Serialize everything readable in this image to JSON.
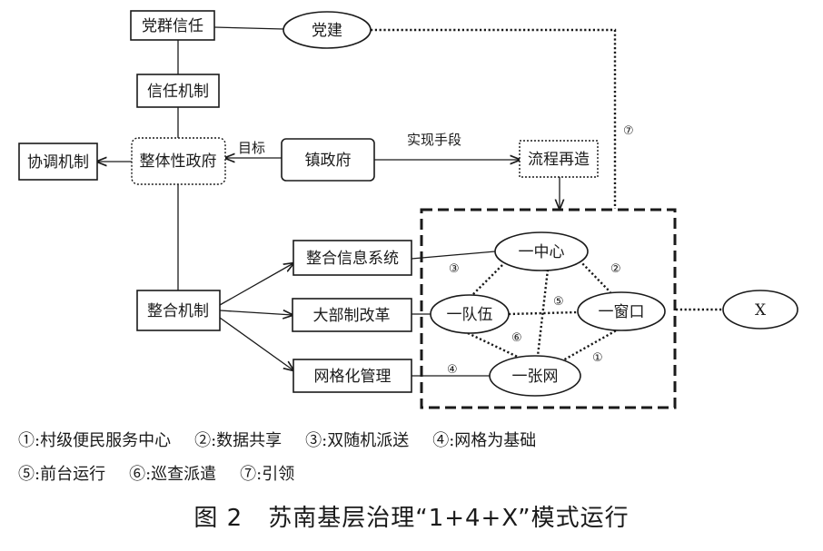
{
  "nodes": {
    "dangqun_xinren": "党群信任",
    "dangjian": "党建",
    "xinren_jizhi": "信任机制",
    "xietiao_jizhi": "协调机制",
    "zhengtixing_zhengfu": "整体性政府",
    "zhen_zhengfu": "镇政府",
    "liucheng_zaizao": "流程再造",
    "zhenghe_xinxi": "整合信息系统",
    "zhenghe_jizhi": "整合机制",
    "dabuzhi": "大部制改革",
    "wanggehua": "网格化管理",
    "yi_zhongxin": "一中心",
    "yi_duiwu": "一队伍",
    "yi_chuangkou": "一窗口",
    "yi_zhangwang": "一张网",
    "x": "X"
  },
  "edge_labels": {
    "mubiao": "目标",
    "shixian": "实现手段"
  },
  "markers": {
    "m1": "①",
    "m2": "②",
    "m3": "③",
    "m4": "④",
    "m5": "⑤",
    "m6": "⑥",
    "m7": "⑦"
  },
  "legend": {
    "row1": [
      "①:村级便民服务中心",
      "②:数据共享",
      "③:双随机派送",
      "④:网格为基础"
    ],
    "row2": [
      "⑤:前台运行",
      "⑥:巡查派遣",
      "⑦:引领"
    ]
  },
  "caption": {
    "figure_no": "图 2",
    "title": "苏南基层治理“1+4+X”模式运行"
  }
}
